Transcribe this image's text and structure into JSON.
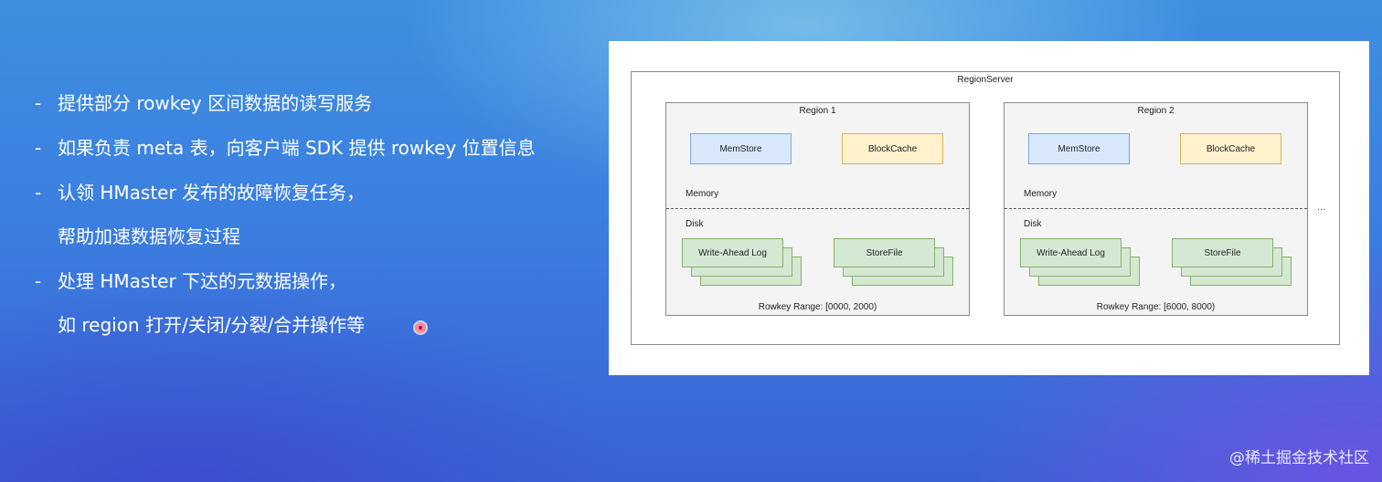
{
  "bullets": [
    {
      "dash": "-",
      "text": "提供部分 rowkey 区间数据的读写服务"
    },
    {
      "dash": "-",
      "text": "如果负责 meta 表，向客户端 SDK 提供 rowkey 位置信息"
    },
    {
      "dash": "-",
      "text": "认领 HMaster 发布的故障恢复任务，"
    },
    {
      "dash": "",
      "text": "帮助加速数据恢复过程"
    },
    {
      "dash": "-",
      "text": "处理 HMaster 下达的元数据操作，"
    },
    {
      "dash": "",
      "text": "如 region 打开/关闭/分裂/合并操作等"
    }
  ],
  "diagram": {
    "title": "RegionServer",
    "regions": [
      {
        "title": "Region 1",
        "memstore": "MemStore",
        "blockcache": "BlockCache",
        "memory_label": "Memory",
        "disk_label": "Disk",
        "wal": "Write-Ahead Log",
        "storefile": "StoreFile",
        "range": "Rowkey Range: [0000, 2000)"
      },
      {
        "title": "Region 2",
        "memstore": "MemStore",
        "blockcache": "BlockCache",
        "memory_label": "Memory",
        "disk_label": "Disk",
        "wal": "Write-Ahead Log",
        "storefile": "StoreFile",
        "range": "Rowkey Range: [6000, 8000)"
      }
    ],
    "more": "..."
  },
  "watermark": "@稀土掘金技术社区",
  "colors": {
    "memstore_fill": "#dae8fc",
    "blockcache_fill": "#fff2cc",
    "storage_fill": "#d5e8d4"
  }
}
